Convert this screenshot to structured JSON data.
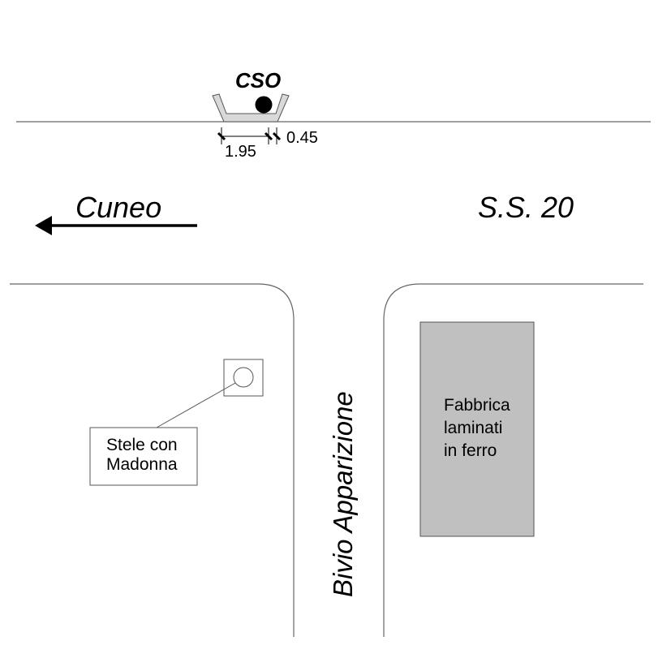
{
  "map": {
    "colors": {
      "line": "#666666",
      "ink": "#000000",
      "building_fill": "#c0c0c0",
      "building_stroke": "#555555",
      "channel_fill": "#d9d9d9"
    },
    "cso": {
      "label": "CSO",
      "width_label": "1.95",
      "offset_label": "0.45"
    },
    "directions": {
      "west_label": "Cuneo",
      "arrow_icon": "left-arrow-icon"
    },
    "road_names": {
      "main_road": "S.S. 20",
      "side_road": "Bivio Apparizione"
    },
    "landmarks": {
      "stele": {
        "line1": "Stele con",
        "line2": "Madonna"
      },
      "factory": {
        "line1": "Fabbrica",
        "line2": "laminati",
        "line3": "in ferro"
      }
    }
  }
}
